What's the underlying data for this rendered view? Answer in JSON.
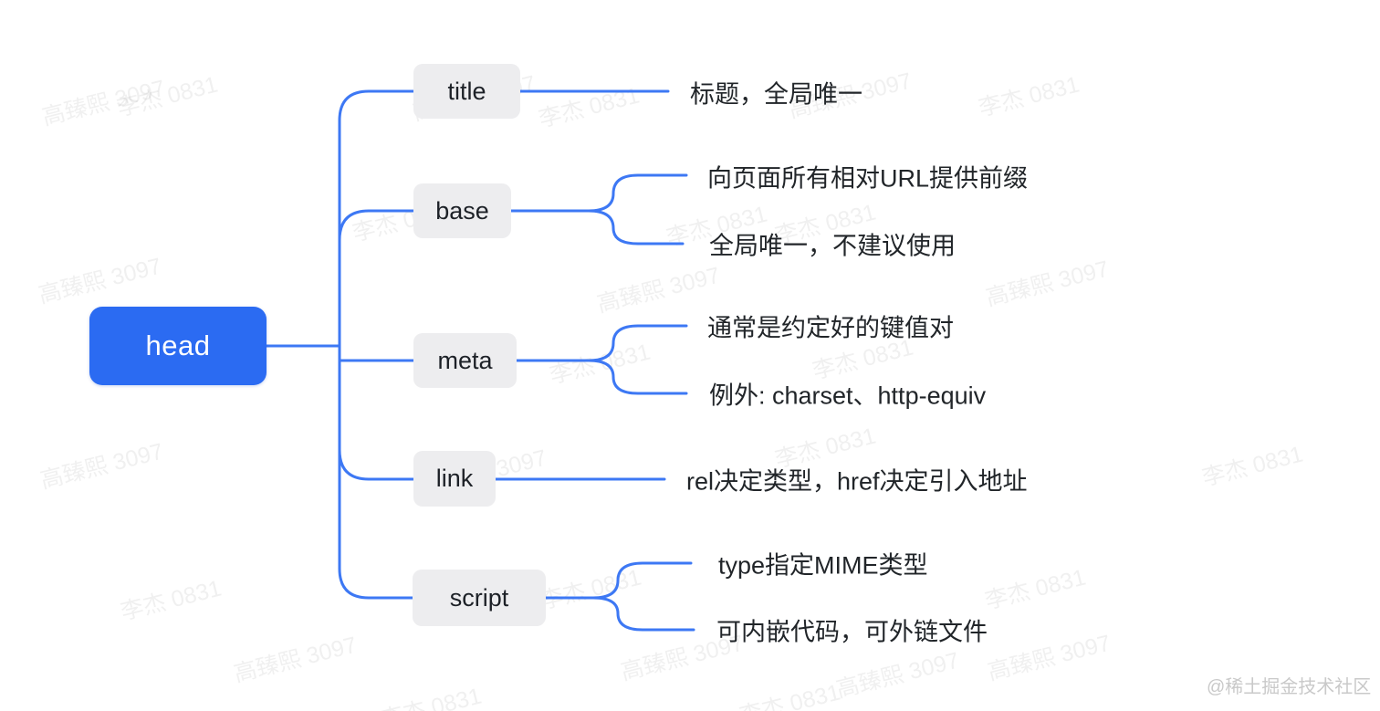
{
  "mindmap": {
    "root": {
      "label": "head"
    },
    "children": [
      {
        "label": "title",
        "leaves": [
          "标题，全局唯一"
        ]
      },
      {
        "label": "base",
        "leaves": [
          "向页面所有相对URL提供前缀",
          "全局唯一，不建议使用"
        ]
      },
      {
        "label": "meta",
        "leaves": [
          "通常是约定好的键值对",
          "例外: charset、http-equiv"
        ]
      },
      {
        "label": "link",
        "leaves": [
          "rel决定类型，href决定引入地址"
        ]
      },
      {
        "label": "script",
        "leaves": [
          "type指定MIME类型",
          "可内嵌代码，可外链文件"
        ]
      }
    ]
  },
  "watermark": {
    "text_a": "高臻熙 3097",
    "text_b": "李杰 0831"
  },
  "credit": {
    "text": "@稀土掘金技术社区"
  },
  "colors": {
    "root_bg": "#2b6bf2",
    "line": "#3d78f4",
    "child_bg": "#ededef",
    "wm": "rgba(40,40,45,0.07)",
    "credit": "#c9c9c9"
  }
}
